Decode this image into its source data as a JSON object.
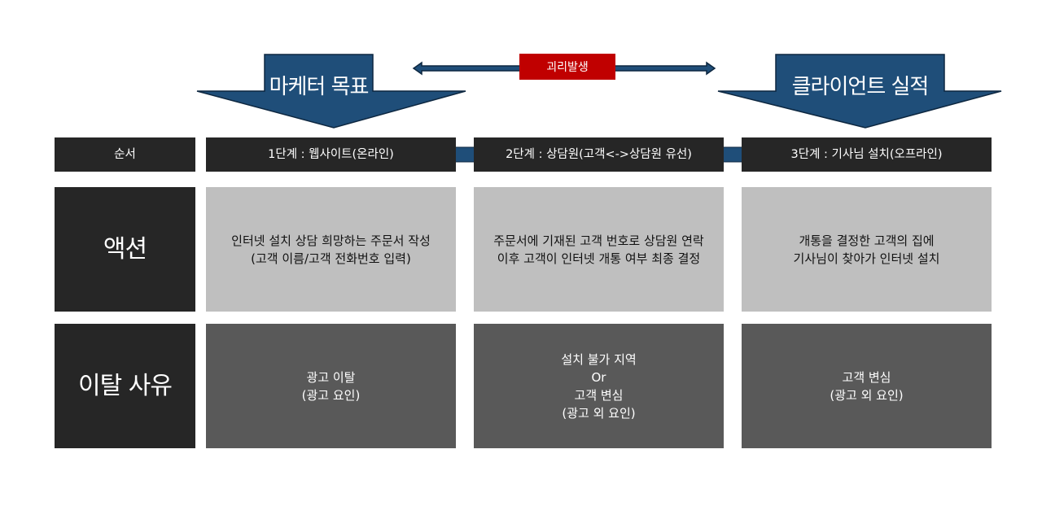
{
  "banners": {
    "marketer_goal": "마케터 목표",
    "client_performance": "클라이언트 실적",
    "gap_badge": "괴리발생"
  },
  "header_row": {
    "label": "순서",
    "stages": [
      "1단계 : 웹사이트(온라인)",
      "2단계 : 상담원(고객<->상담원 유선)",
      "3단계 : 기사님 설치(오프라인)"
    ]
  },
  "action_row": {
    "label": "액션",
    "cells": [
      "인터넷 설치 상담 희망하는 주문서 작성\n(고객 이름/고객 전화번호 입력)",
      "주문서에 기재된 고객 번호로 상담원 연락\n이후 고객이 인터넷 개통 여부 최종 결정",
      "개통을 결정한 고객의 집에\n기사님이 찾아가 인터넷 설치"
    ]
  },
  "churn_row": {
    "label": "이탈 사유",
    "cells": [
      "광고 이탈\n(광고 요인)",
      "설치 불가 지역\nOr\n고객 변심\n(광고 외 요인)",
      "고객  변심\n(광고  외 요인)"
    ]
  },
  "colors": {
    "banner": "#1f4e79",
    "dark_cell": "#262626",
    "light_cell": "#bfbfbf",
    "mid_cell": "#595959",
    "badge": "#c00000"
  }
}
